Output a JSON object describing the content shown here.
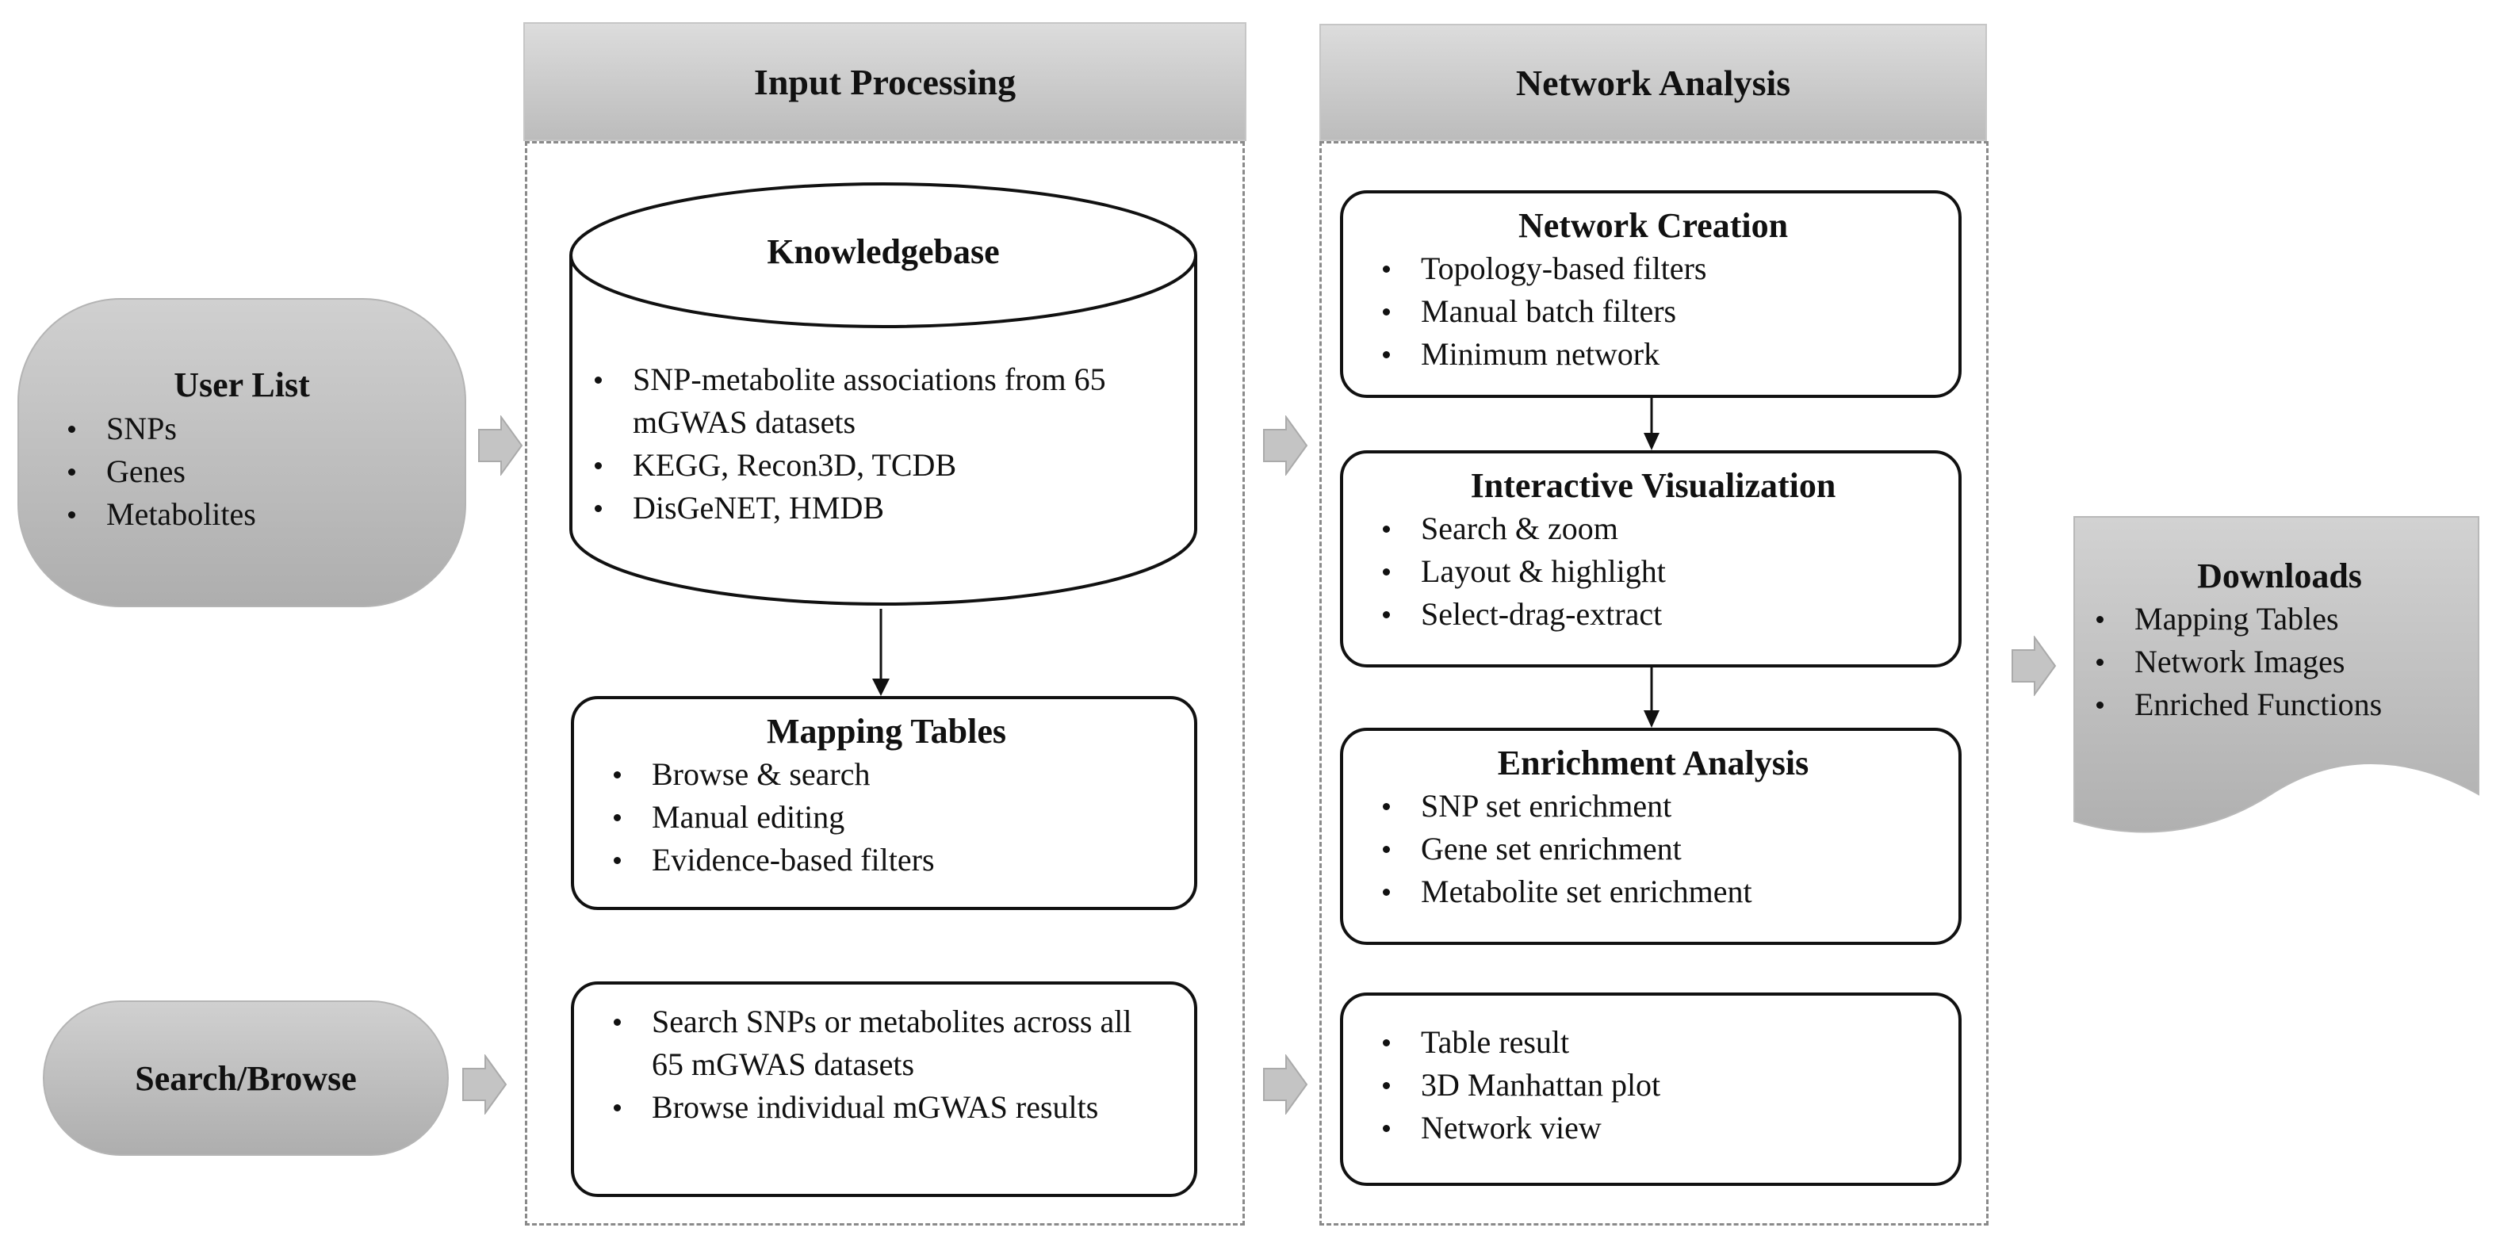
{
  "columns": {
    "input_processing": "Input Processing",
    "network_analysis": "Network Analysis"
  },
  "user_list": {
    "title": "User List",
    "items": [
      "SNPs",
      "Genes",
      "Metabolites"
    ]
  },
  "search_browse": {
    "title": "Search/Browse"
  },
  "knowledgebase": {
    "title": "Knowledgebase",
    "items": [
      "SNP-metabolite associations from 65 mGWAS datasets",
      "KEGG, Recon3D, TCDB",
      "DisGeNET, HMDB"
    ]
  },
  "mapping_tables": {
    "title": "Mapping Tables",
    "items": [
      "Browse & search",
      "Manual editing",
      "Evidence-based filters"
    ]
  },
  "search_box": {
    "items": [
      "Search SNPs or metabolites across all 65 mGWAS datasets",
      "Browse individual mGWAS results"
    ]
  },
  "network_creation": {
    "title": "Network Creation",
    "items": [
      "Topology-based filters",
      "Manual batch filters",
      "Minimum network"
    ]
  },
  "interactive_visualization": {
    "title": "Interactive Visualization",
    "items": [
      "Search & zoom",
      "Layout & highlight",
      "Select-drag-extract"
    ]
  },
  "enrichment_analysis": {
    "title": "Enrichment Analysis",
    "items": [
      "SNP set enrichment",
      "Gene set enrichment",
      "Metabolite set enrichment"
    ]
  },
  "results_box": {
    "items": [
      "Table result",
      "3D Manhattan plot",
      "Network view"
    ]
  },
  "downloads": {
    "title": "Downloads",
    "items": [
      "Mapping Tables",
      "Network Images",
      "Enriched Functions"
    ]
  },
  "colors": {
    "header_fill": "#c8c8c8",
    "grey_box_fill": "#bfbfbf",
    "arrow_fill": "#c4c4c4",
    "border": "#111111",
    "dashed_frame": "#8a8a8a"
  }
}
